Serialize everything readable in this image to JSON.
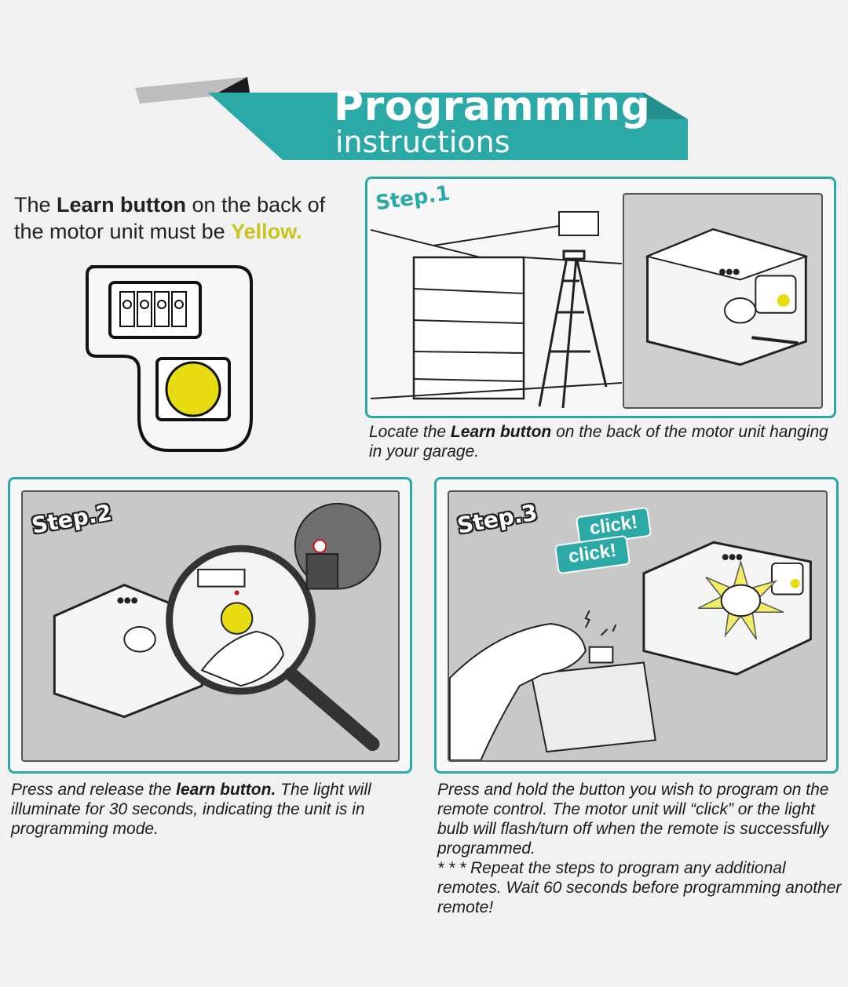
{
  "banner": {
    "title": "Programming",
    "subtitle": "instructions"
  },
  "intro": {
    "text_1": "The ",
    "learn_button": "Learn button",
    "text_2": " on the back of the motor unit must be ",
    "yellow_word": "Yellow."
  },
  "step1": {
    "tag": "Step.1",
    "caption_1": "Locate the ",
    "caption_bold": "Learn button",
    "caption_2": " on the back of the motor unit hanging in your garage."
  },
  "step2": {
    "tag": "Step.2",
    "caption_1": "Press and release the ",
    "caption_bold": "learn button.",
    "caption_2": " The light will illuminate for 30 seconds, indicating the unit is in programming mode."
  },
  "step3": {
    "tag": "Step.3",
    "click_1": "click!",
    "click_2": "click!",
    "caption_1": "Press and hold the button you wish to program on the remote control. The motor unit will “click” or the light bulb will flash/turn off when the remote is successfully programmed.",
    "caption_2": "* * * Repeat the steps to program any additional remotes. Wait 60 seconds before programming another remote!"
  },
  "colors": {
    "teal": "#2aa9a7",
    "yellow": "#e6dc10",
    "panel_gray": "#c8c8c8"
  },
  "icons": [
    "learn-button-icon",
    "garage-door-icon",
    "ladder-icon",
    "motor-unit-icon",
    "magnifying-glass-icon",
    "remote-control-icon",
    "light-bulb-icon",
    "hand-icon"
  ]
}
